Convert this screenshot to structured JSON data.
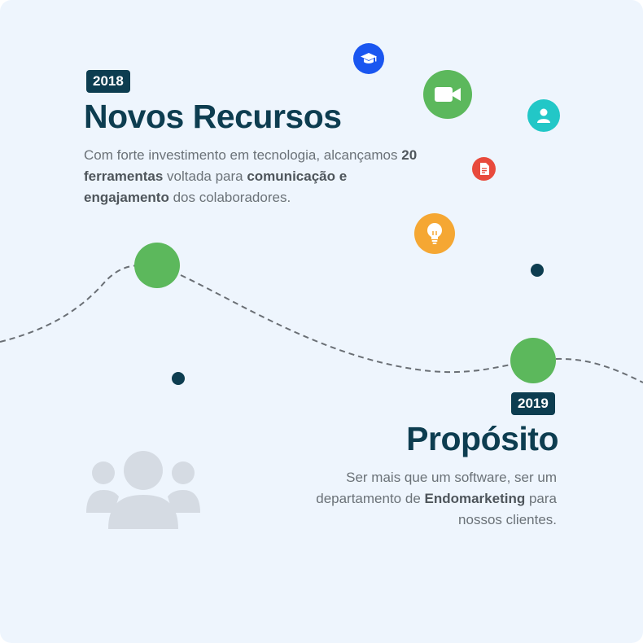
{
  "milestone_2018": {
    "year": "2018",
    "title": "Novos Recursos",
    "desc_part1": "Com forte investimento em tecnologia, alcançamos ",
    "desc_bold1": "20 ferramentas",
    "desc_part2": " voltada para ",
    "desc_bold2": "comunicação e engajamento",
    "desc_part3": " dos colaboradores."
  },
  "milestone_2019": {
    "year": "2019",
    "title": "Propósito",
    "desc_part1": "Ser mais que um software, ser um departamento de ",
    "desc_bold1": "Endomarketing",
    "desc_part2": " para nossos clientes."
  },
  "icons": {
    "graduation": {
      "name": "graduation-cap-icon",
      "color": "#1a56f0"
    },
    "video": {
      "name": "video-camera-icon",
      "color": "#5cb85c"
    },
    "user": {
      "name": "user-icon",
      "color": "#22c7c7"
    },
    "document": {
      "name": "document-icon",
      "color": "#e84a3c"
    },
    "lightbulb": {
      "name": "lightbulb-icon",
      "color": "#f5a733"
    },
    "people": {
      "name": "people-group-icon",
      "color": "#d5dbe3"
    }
  },
  "colors": {
    "background": "#eef5fd",
    "navy": "#0d3d50",
    "green": "#5cb85c",
    "body_text": "#6b7278"
  }
}
